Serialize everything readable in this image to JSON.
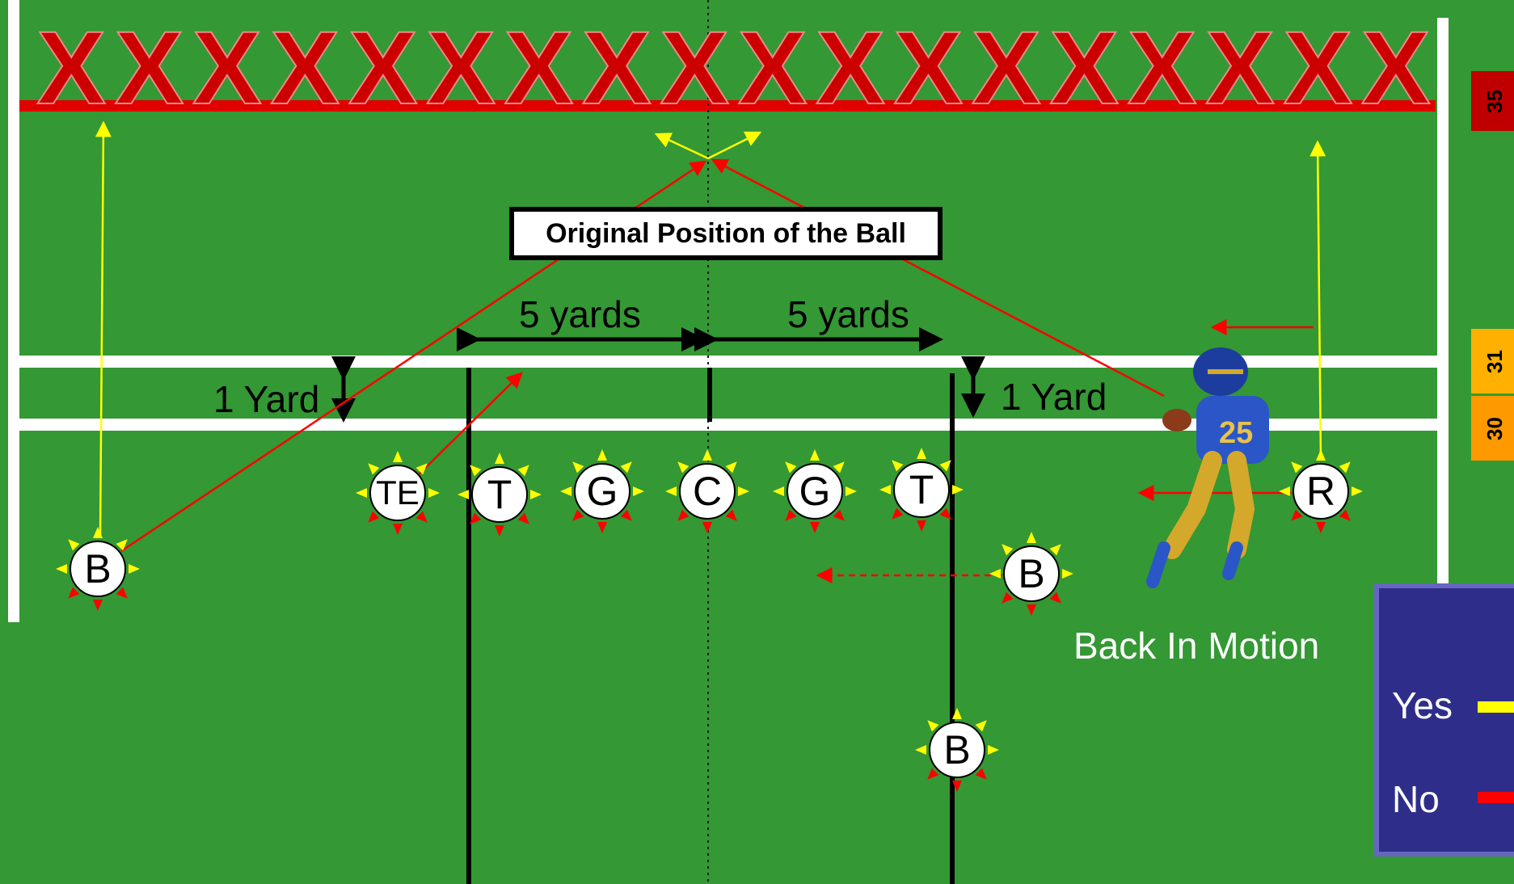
{
  "ball_label": "Original Position of the Ball",
  "measures": {
    "left_distance": "5 yards",
    "right_distance": "5 yards",
    "left_gap": "1 Yard",
    "right_gap": "1 Yard"
  },
  "motion_label": "Back In Motion",
  "yard_markers": [
    {
      "label": "35",
      "color": "#c00000"
    },
    {
      "label": "31",
      "color": "#ffb000"
    },
    {
      "label": "30",
      "color": "#ff9900"
    }
  ],
  "legend": {
    "items": [
      {
        "label": "Yes",
        "color": "#ffff00"
      },
      {
        "label": "No",
        "color": "#ff0000"
      }
    ]
  },
  "players": [
    {
      "label": "TE"
    },
    {
      "label": "T"
    },
    {
      "label": "G"
    },
    {
      "label": "C"
    },
    {
      "label": "G"
    },
    {
      "label": "T"
    },
    {
      "label": "R"
    },
    {
      "label": "B"
    },
    {
      "label": "B"
    },
    {
      "label": "B"
    }
  ],
  "defense_marks": "XXXXXXXXXXXXXXXXXX",
  "colors": {
    "field": "#349834",
    "yes": "#ffff00",
    "no": "#ff0000",
    "defense": "#cc0000"
  }
}
